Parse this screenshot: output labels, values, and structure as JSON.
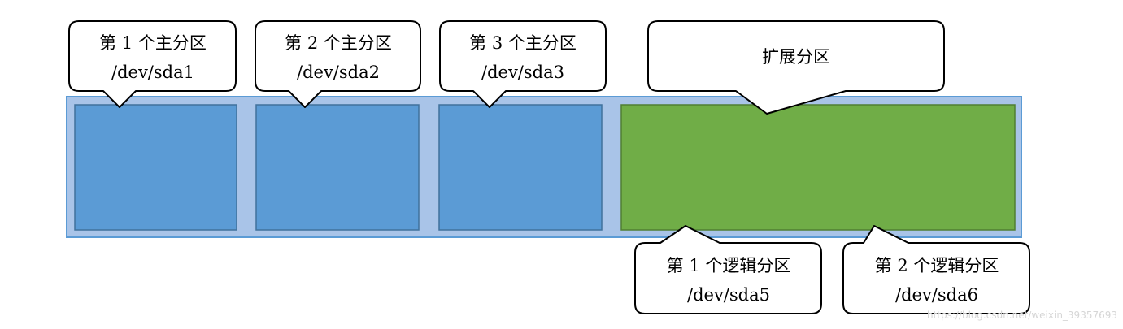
{
  "colors": {
    "disk_fill": "#a9c4e8",
    "disk_border": "#5b9bd5",
    "primary_fill": "#5b9bd5",
    "primary_border": "#41719c",
    "extended_fill": "#70ad47",
    "extended_border": "#507e32",
    "callout_fill": "#ffffff",
    "callout_border": "#000000"
  },
  "partitions": {
    "p1": {
      "name": "第 1 个主分区",
      "device": "/dev/sda1"
    },
    "p2": {
      "name": "第 2 个主分区",
      "device": "/dev/sda2"
    },
    "p3": {
      "name": "第 3 个主分区",
      "device": "/dev/sda3"
    },
    "extended": {
      "name": "扩展分区"
    },
    "l1": {
      "name": "第 1 个逻辑分区",
      "device": "/dev/sda5"
    },
    "l2": {
      "name": "第 2 个逻辑分区",
      "device": "/dev/sda6"
    }
  },
  "watermark": "https://blog.csdn.net/weixin_39357693"
}
